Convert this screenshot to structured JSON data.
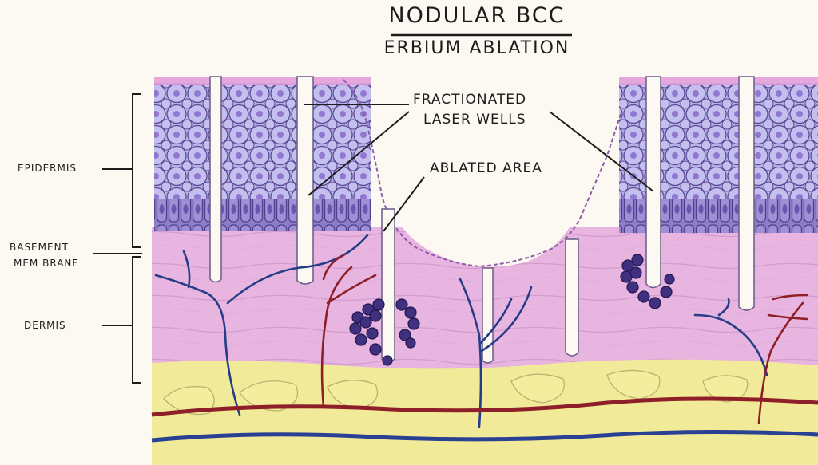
{
  "title": "NODULAR BCC",
  "subtitle": "ERBIUM ABLATION",
  "labels": {
    "epidermis": "EPIDERMIS",
    "basement_line1": "BASEMENT",
    "basement_line2": "MEM BRANE",
    "dermis": "DERMIS",
    "wells_line1": "FRACTIONATED",
    "wells_line2": "LASER WELLS",
    "ablated": "ABLATED AREA"
  },
  "colors": {
    "background": "#fbf9f1",
    "epidermis_cells": "#b8b2e4",
    "cell_nucleus": "#8e74cc",
    "basal_cells": "#8d7ac6",
    "dermis": "#e7b5e0",
    "fat": "#f1ea98",
    "artery": "#8e1f28",
    "vein": "#263c86",
    "tumor": "#3c2d7a"
  }
}
